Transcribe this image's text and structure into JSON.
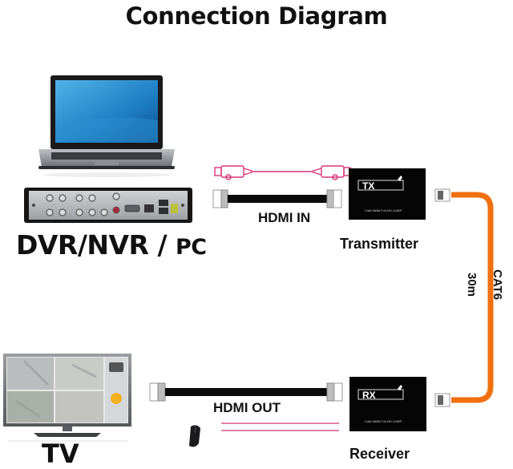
{
  "title": "Connection Diagram",
  "source": {
    "label_main": "DVR/NVR / ",
    "label_suffix": "PC",
    "devices": [
      "laptop",
      "dvr-recorder"
    ]
  },
  "cables": {
    "hdmi_in_label": "HDMI IN",
    "hdmi_out_label": "HDMI OUT",
    "network_type": "CAT6",
    "network_length": "30m"
  },
  "transmitter": {
    "label": "Transmitter",
    "badge": "TX",
    "spec_text": "Cat6-568B  Full-HD-1080P"
  },
  "receiver": {
    "label": "Receiver",
    "badge": "RX",
    "spec_text": "Cat6-568B  Full-HD-1080P"
  },
  "display": {
    "label": "TV"
  },
  "colors": {
    "cat6_cable": "#f07010",
    "hdmi_pink": "#d8347a",
    "device_box": "#050505",
    "text": "#111111"
  }
}
